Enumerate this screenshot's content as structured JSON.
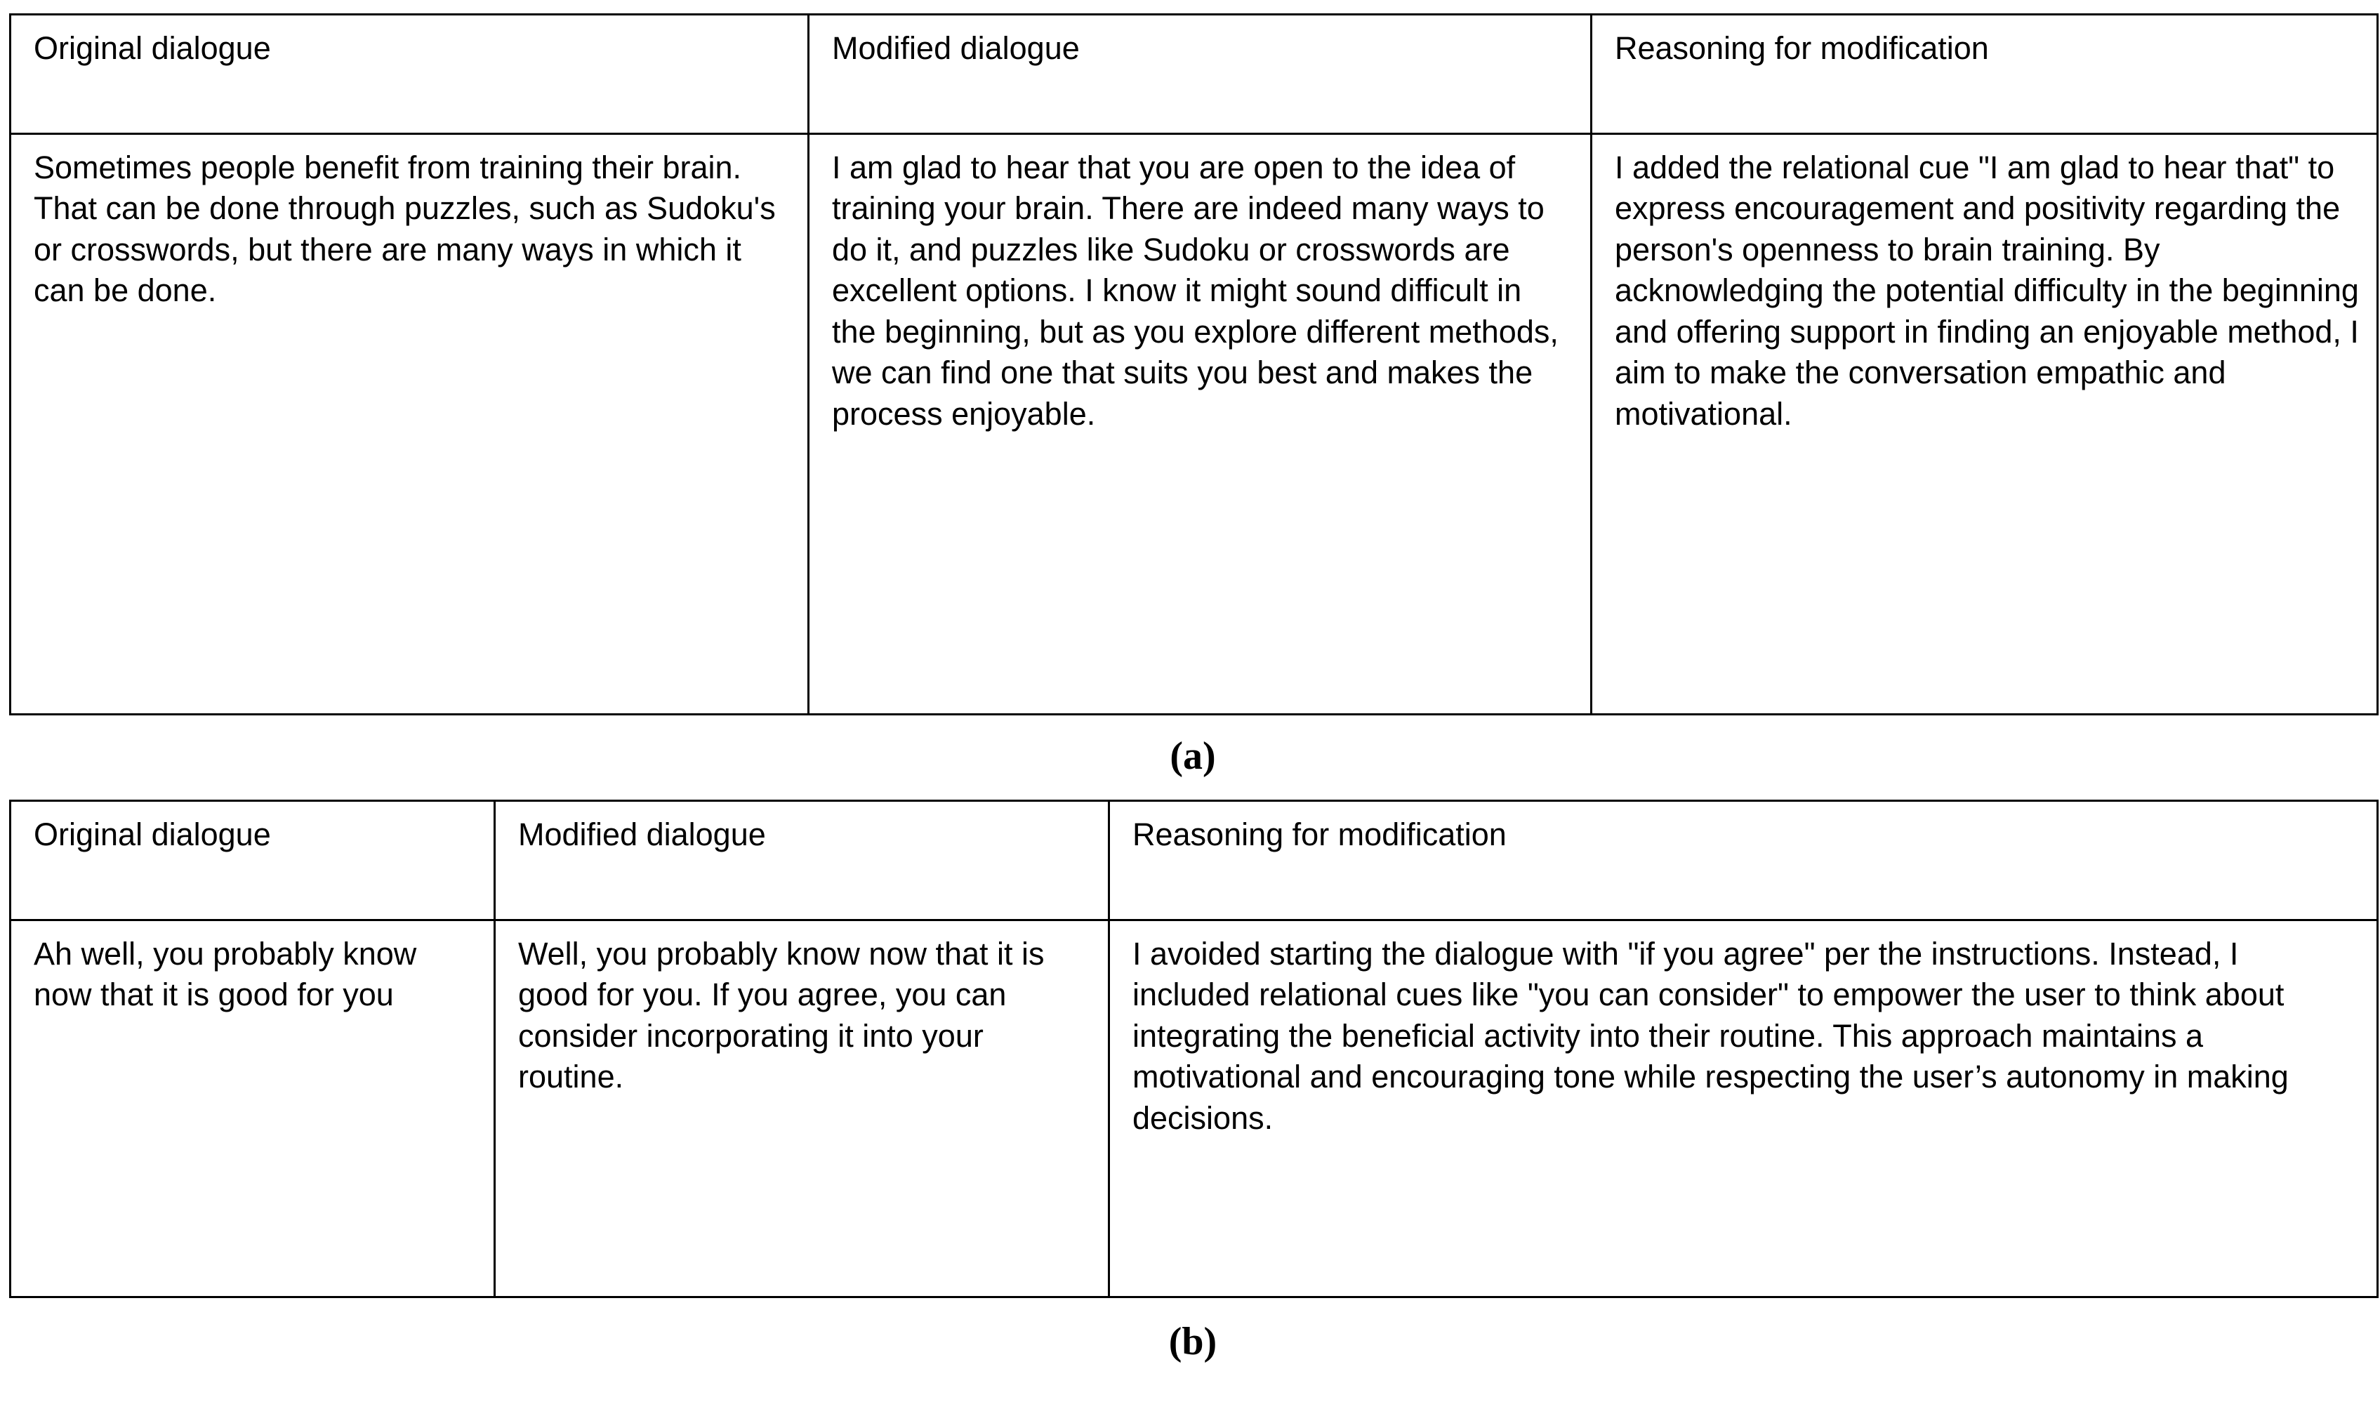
{
  "figures": [
    {
      "id": "a",
      "caption": "(a)",
      "columns": [
        "Original dialogue",
        "Modified dialogue",
        "Reasoning for modification"
      ],
      "rows": [
        {
          "original_dialogue": "Sometimes people benefit from training their brain. That can be done through puzzles, such as Sudoku's or crosswords, but there are many ways in which it can be done.",
          "modified_dialogue": "I am glad to hear that you are open to the idea of training your brain. There are indeed many ways to do it, and puzzles like Sudoku or crosswords are excellent options. I know it might sound difficult in the beginning, but as you explore different methods, we can find one that suits you best and makes the process enjoyable.",
          "reasoning_for_modification": "I added the relational cue \"I am glad to hear that\" to express encouragement and positivity regarding the person's openness to brain training. By acknowledging the potential difficulty in the beginning and offering support in finding an enjoyable method, I aim to make the conversation empathic and motivational."
        }
      ]
    },
    {
      "id": "b",
      "caption": "(b)",
      "columns": [
        "Original dialogue",
        "Modified dialogue",
        "Reasoning for modification"
      ],
      "rows": [
        {
          "original_dialogue": "Ah well, you probably know now that it is good for you",
          "modified_dialogue": "Well, you probably know now that it is good for you. If you agree, you can consider incorporating it into your routine.",
          "reasoning_for_modification": "I avoided starting the dialogue with \"if you agree\" per the instructions. Instead, I included relational cues like \"you can consider\" to empower the user to think about integrating the beneficial activity into their routine. This approach maintains a motivational and encouraging tone while respecting the user’s autonomy in making decisions."
        }
      ]
    }
  ],
  "colors": {
    "page_background": "#ffffff",
    "text": "#000000",
    "table_border": "#000000"
  }
}
